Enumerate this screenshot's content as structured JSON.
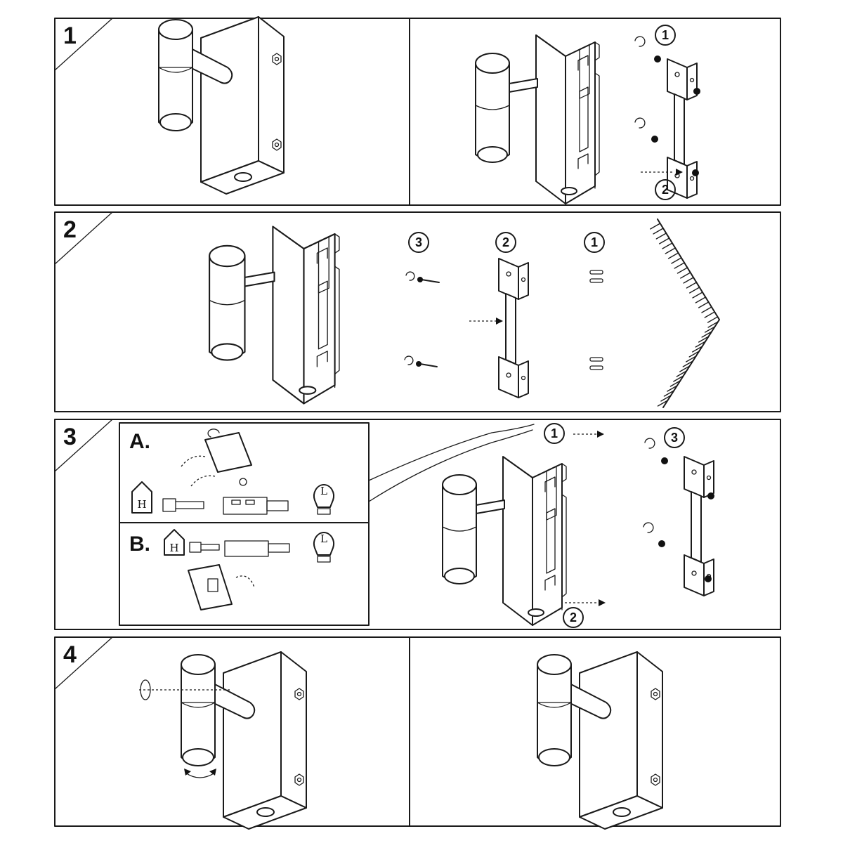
{
  "steps": [
    {
      "number": "1"
    },
    {
      "number": "2"
    },
    {
      "number": "3"
    },
    {
      "number": "4"
    }
  ],
  "callouts": {
    "one": "1",
    "two": "2",
    "three": "3"
  },
  "wiring": {
    "option_a": "A.",
    "option_b": "B.",
    "house_symbol": "H",
    "lamp_symbol": "L"
  }
}
